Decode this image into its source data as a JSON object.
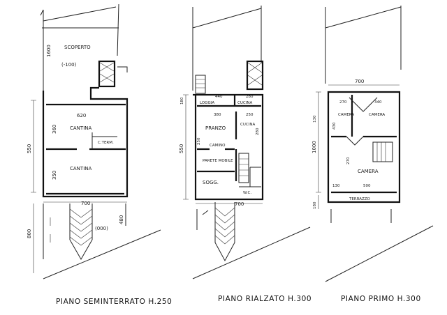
{
  "plans": [
    {
      "id": "seminterrato",
      "title": "PIANO SEMINTERRATO H.250",
      "rooms": {
        "outdoor": "SCOPERTO",
        "cellar_top": "CANTINA",
        "cellar_bottom": "CANTINA",
        "boiler": "C.TERM."
      },
      "labels": {
        "ground_level": "(-100)",
        "stair_level": "(000)"
      },
      "dims": {
        "outdoor_depth": "1600",
        "width_top": "620",
        "room_top_h": "360",
        "room_bottom_h": "350",
        "side_total": "550",
        "ramp_width": "700",
        "ramp_len": "800",
        "ramp_side": "480"
      }
    },
    {
      "id": "rialzato",
      "title": "PIANO RIALZATO H.300",
      "rooms": {
        "loggia": "LOGGIA",
        "cucina": "CUCINA",
        "pranzo": "PRANZO",
        "soggiorno": "SOGG.",
        "bath": "W.C.",
        "wall_note_1": "CAMINO",
        "wall_note_2": "PARETE MOBILE"
      },
      "dims": {
        "loggia_w": "440",
        "cuc_w": "280",
        "pranzo_w": "380",
        "cucina_w": "250",
        "loggia_h": "180",
        "side_total": "550",
        "pranzo_h": "250",
        "cucina_h": "280",
        "ramp_width": "700"
      }
    },
    {
      "id": "primo",
      "title": "PIANO PRIMO H.300",
      "rooms": {
        "camera1": "CAMERA",
        "camera2": "CAMERA",
        "camera3": "CAMERA",
        "terrazzo": "TERRAZZO"
      },
      "dims": {
        "width": "700",
        "c1_w": "270",
        "c2_w": "340",
        "c1_h": "430",
        "side_total": "1000",
        "c3_h": "270",
        "c3_w": "500",
        "terr_h": "130",
        "terr_depth": "180",
        "corner": "130"
      }
    }
  ]
}
